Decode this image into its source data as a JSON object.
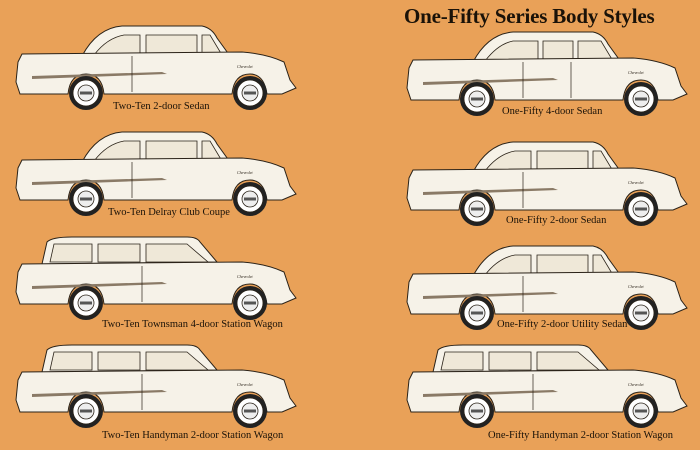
{
  "title": "One-Fifty Series Body Styles",
  "colors": {
    "background": "#e9a158",
    "body": "#f6f2e8",
    "line": "#2a2218"
  },
  "left_column": [
    {
      "caption": "Two-Ten 2-door Sedan",
      "style": "sedan2"
    },
    {
      "caption": "Two-Ten Delray Club Coupe",
      "style": "sedan2"
    },
    {
      "caption": "Two-Ten Townsman 4-door Station Wagon",
      "style": "wagon"
    },
    {
      "caption": "Two-Ten Handyman 2-door Station Wagon",
      "style": "wagon"
    }
  ],
  "right_column": [
    {
      "caption": "One-Fifty 4-door Sedan",
      "style": "sedan4"
    },
    {
      "caption": "One-Fifty 2-door Sedan",
      "style": "sedan2"
    },
    {
      "caption": "One-Fifty 2-door Utility Sedan",
      "style": "sedan2"
    },
    {
      "caption": "One-Fifty Handyman 2-door Station Wagon",
      "style": "wagon"
    }
  ]
}
